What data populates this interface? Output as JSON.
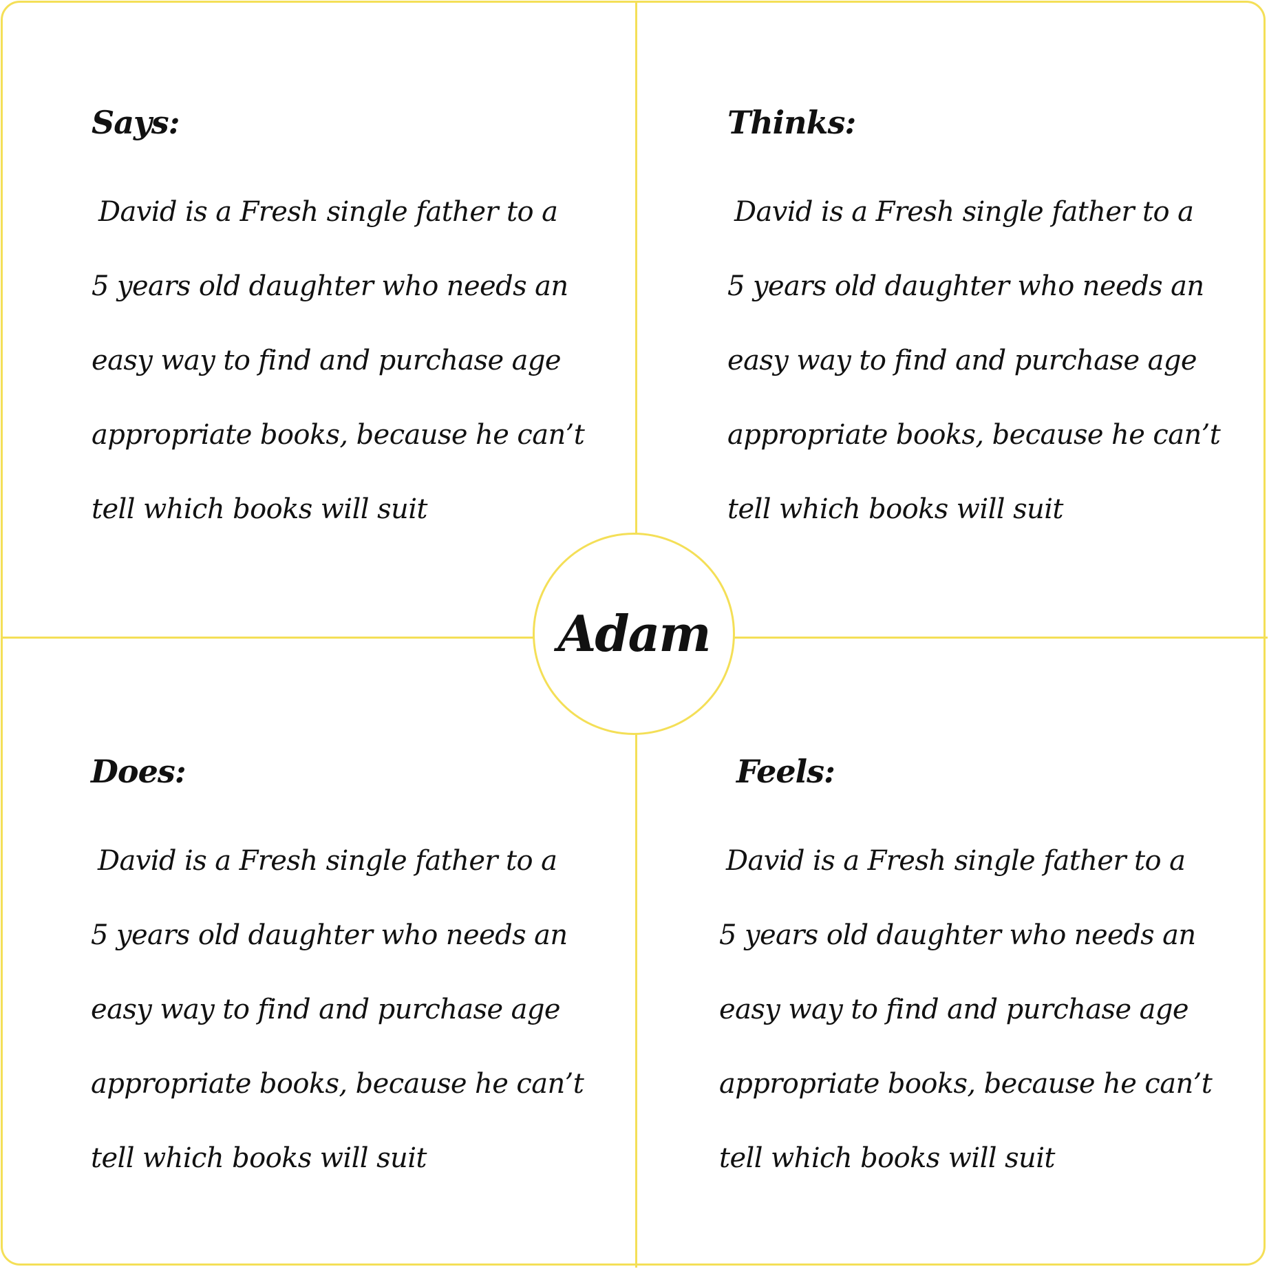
{
  "center": {
    "name": "Adam"
  },
  "quadrants": {
    "says": {
      "title": "Says:",
      "lines": [
        "David is a Fresh single father to a",
        "5 years old daughter who needs an",
        "easy way to find and purchase age",
        "appropriate books, because he can’t",
        "tell which books will suit"
      ]
    },
    "thinks": {
      "title": "Thinks:",
      "lines": [
        "David is a Fresh single father to a",
        "5 years old daughter who needs an",
        "easy way to find and purchase age",
        "appropriate books, because he can’t",
        "tell which books will suit"
      ]
    },
    "does": {
      "title": "Does:",
      "lines": [
        "David is a Fresh single father to a",
        "5 years old daughter who needs an",
        "easy way to find and purchase age",
        "appropriate books, because he can’t",
        "tell which books will suit"
      ]
    },
    "feels": {
      "title": "Feels:",
      "lines": [
        "David is a Fresh single father to a",
        "5 years old daughter who needs an",
        "easy way to find and purchase age",
        "appropriate books, because he can’t",
        "tell which books will suit"
      ]
    }
  },
  "colors": {
    "accent": "#f4df57",
    "text": "#111111",
    "background": "#ffffff"
  }
}
